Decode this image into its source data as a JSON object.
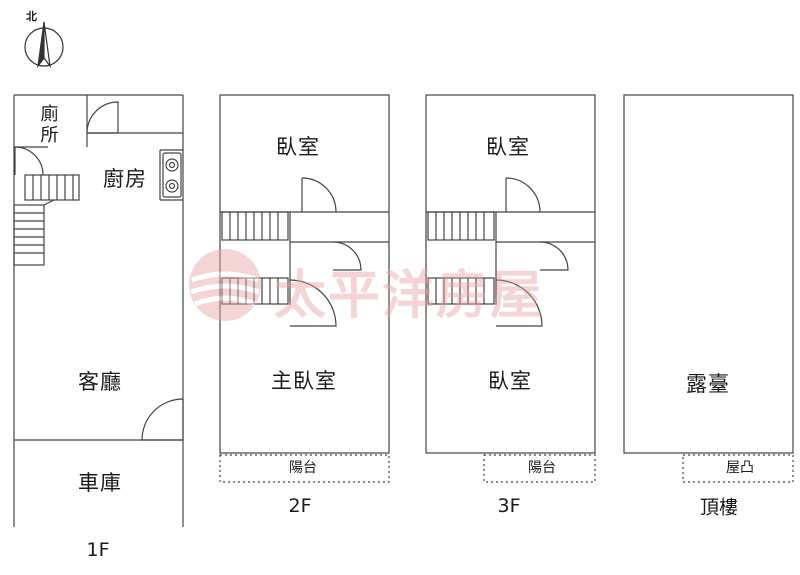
{
  "compass": {
    "north_label": "北"
  },
  "watermark": {
    "text": "太平洋房屋",
    "color": "#e8a1a1"
  },
  "floors": [
    {
      "id": "1f",
      "label": "1F",
      "rooms": {
        "toilet": "廁所",
        "kitchen": "廚房",
        "living": "客廳",
        "garage": "車庫"
      }
    },
    {
      "id": "2f",
      "label": "2F",
      "rooms": {
        "bedroom": "臥室",
        "master": "主臥室",
        "balcony": "陽台"
      }
    },
    {
      "id": "3f",
      "label": "3F",
      "rooms": {
        "bedroom_top": "臥室",
        "bedroom_bottom": "臥室",
        "balcony": "陽台"
      }
    },
    {
      "id": "roof",
      "label": "頂樓",
      "rooms": {
        "terrace": "露臺",
        "bump": "屋凸"
      }
    }
  ]
}
